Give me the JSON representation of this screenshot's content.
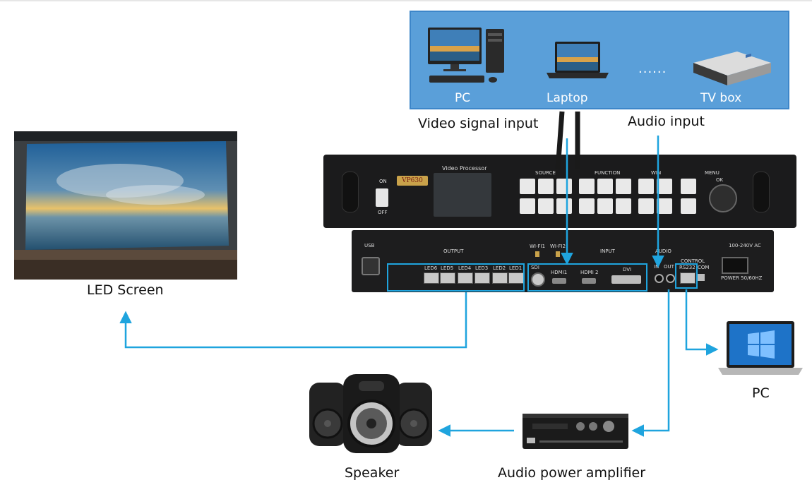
{
  "sources": {
    "pc": "PC",
    "laptop": "Laptop",
    "ellipsis": "......",
    "tvbox": "TV box"
  },
  "labels": {
    "video_input": "Video signal input",
    "audio_input": "Audio input",
    "led_screen": "LED Screen",
    "pc_control": "PC",
    "speaker": "Speaker",
    "amplifier": "Audio power amplifier"
  },
  "processor": {
    "title": "Video Processor",
    "model": "VP630",
    "on": "ON",
    "off": "OFF",
    "source": "SOURCE",
    "function": "FUNCTION",
    "win": "WIN",
    "menu": "MENU",
    "ok": "OK",
    "usb": "USB",
    "output": "OUTPUT",
    "input": "INPUT",
    "wifi1": "WI-FI1",
    "wifi2": "WI-FI2",
    "sdi": "SDI",
    "hdmi1": "HDMI1",
    "hdmi2": "HDMI 2",
    "dvi": "DVI",
    "audio": "AUDIO",
    "audio_in": "IN",
    "audio_out": "OUT",
    "control": "CONTROL",
    "rs232": "RS232",
    "com": "COM",
    "power_ac": "100-240V AC",
    "power_hz": "POWER  50/60HZ",
    "led_ports": [
      "LED6",
      "LED5",
      "LED4",
      "LED3",
      "LED2",
      "LED1"
    ]
  },
  "colors": {
    "panel": "#5a9fd9",
    "wire": "#1fa4de",
    "device": "#1b1b1c"
  }
}
